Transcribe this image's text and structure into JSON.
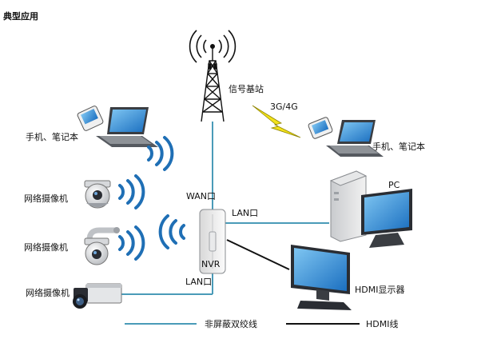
{
  "title": "典型应用",
  "tower_label": "信号基站",
  "network_label": "3G/4G",
  "mobile_left_label": "手机、笔记本",
  "mobile_right_label": "手机、笔记本",
  "camera_labels": [
    "网络摄像机",
    "网络摄像机",
    "网络摄像机"
  ],
  "nvr_label": "NVR",
  "wan_label": "WAN口",
  "lan_label_pc": "LAN口",
  "lan_label_camera": "LAN口",
  "pc_label": "PC",
  "monitor_label": "HDMI显示器",
  "legend": {
    "utp_label": "非屏蔽双绞线",
    "hdmi_label": "HDMI线"
  },
  "colors": {
    "utp_line": "#4a9bb8",
    "hdmi_line": "#111111",
    "wifi": "#1f6fb5",
    "lightning": "#f2e21a"
  }
}
